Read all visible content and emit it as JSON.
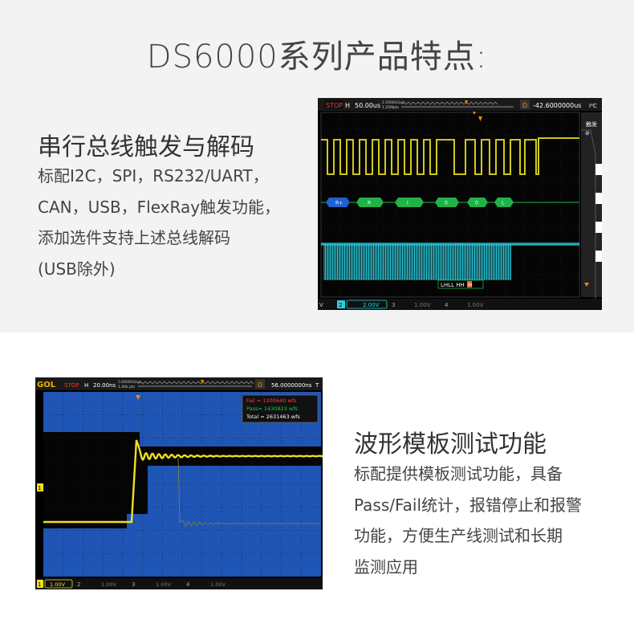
{
  "page": {
    "title": "DS6000系列产品特点:"
  },
  "features": [
    {
      "title": "串行总线触发与解码",
      "lines": [
        "标配I2C，SPI，RS232/UART，",
        "CAN，USB，FlexRay触发功能，",
        "添加选件支持上述总线解码",
        "(USB除外)"
      ]
    },
    {
      "title": "波形模板测试功能",
      "lines": [
        "标配提供模板测试功能，具备",
        "Pass/Fail统计，报错停止和报警",
        "功能，方便生产线测试和长期",
        "监测应用"
      ]
    }
  ],
  "scope1": {
    "status": "STOP",
    "mode": "H",
    "timebase": "50.00us",
    "sample": [
      "2.5000GSa/s",
      "1.25Mpts"
    ],
    "trigger_label": "D",
    "trigger_offset": "-42.6000000us",
    "trigger_type": "I²C",
    "menu_text": "触发",
    "decode_labels": [
      "R+",
      "R",
      "I",
      "0",
      "0",
      "L"
    ],
    "decode_bottom": "LHLL HH",
    "decode_bottom_hi": "H",
    "bottom": {
      "ch1": "V",
      "ch2_num": "2",
      "ch2_val": "2.00V",
      "ch3_num": "3",
      "ch3_val": "1.00V",
      "ch4_num": "4",
      "ch4_val": "1.00V"
    },
    "colors": {
      "ch1": "#e8e020",
      "ch2": "#2ad0e0",
      "decode_green": "#22b24a",
      "decode_blue": "#2060d0"
    }
  },
  "scope2": {
    "brand": "GOL",
    "status": "STOP",
    "mode": "H",
    "timebase": "20.00ns",
    "sample": [
      "5.0000GSa/s",
      "1.40k pts"
    ],
    "trigger_label": "D",
    "trigger_offset": "56.0000000ns",
    "trigger_type": "T",
    "stats": {
      "fail": "Fail = 1200640  wfs",
      "pass": "Pass= 1430823  wfs",
      "total": "Total = 2631463  wfs"
    },
    "ch_marker": "1",
    "bottom": {
      "ch1_num": "1",
      "ch1_val": "1.00V",
      "ch2_num": "2",
      "ch2_val": "1.00V",
      "ch3_num": "3",
      "ch3_val": "1.00V",
      "ch4_num": "4",
      "ch4_val": "1.00V"
    },
    "colors": {
      "ch1": "#f0e020",
      "mask": "#1f55b5",
      "pass": "#22cc44",
      "fail": "#ff4040"
    }
  }
}
